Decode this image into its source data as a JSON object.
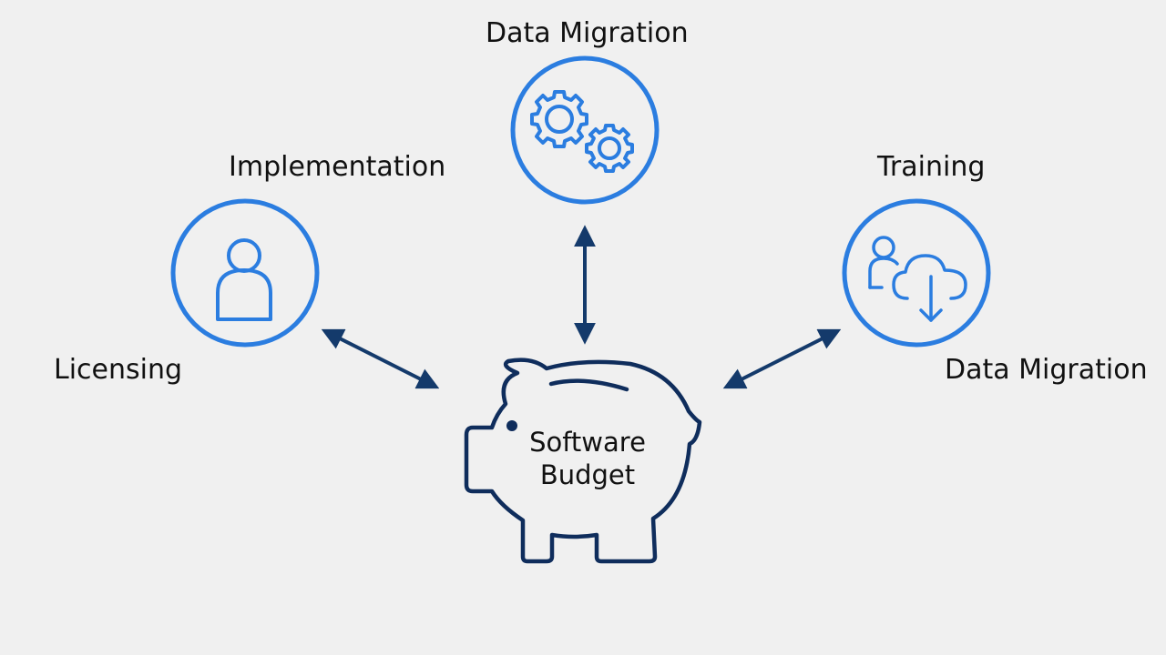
{
  "nodes": {
    "top": {
      "label": "Data Migration",
      "icon": "gears-icon"
    },
    "left": {
      "label": "Implementation",
      "icon": "user-icon"
    },
    "right": {
      "label": "Training",
      "icon": "user-cloud-download-icon"
    }
  },
  "side_labels": {
    "left": "Licensing",
    "right": "Data Migration"
  },
  "center": {
    "icon": "piggy-bank-icon",
    "line1": "Software",
    "line2": "Budget"
  },
  "colors": {
    "circle_blue": "#2b7de0",
    "arrow_navy": "#143a6b",
    "piggy_navy": "#0f2d5c",
    "background": "#f0f0f0"
  }
}
